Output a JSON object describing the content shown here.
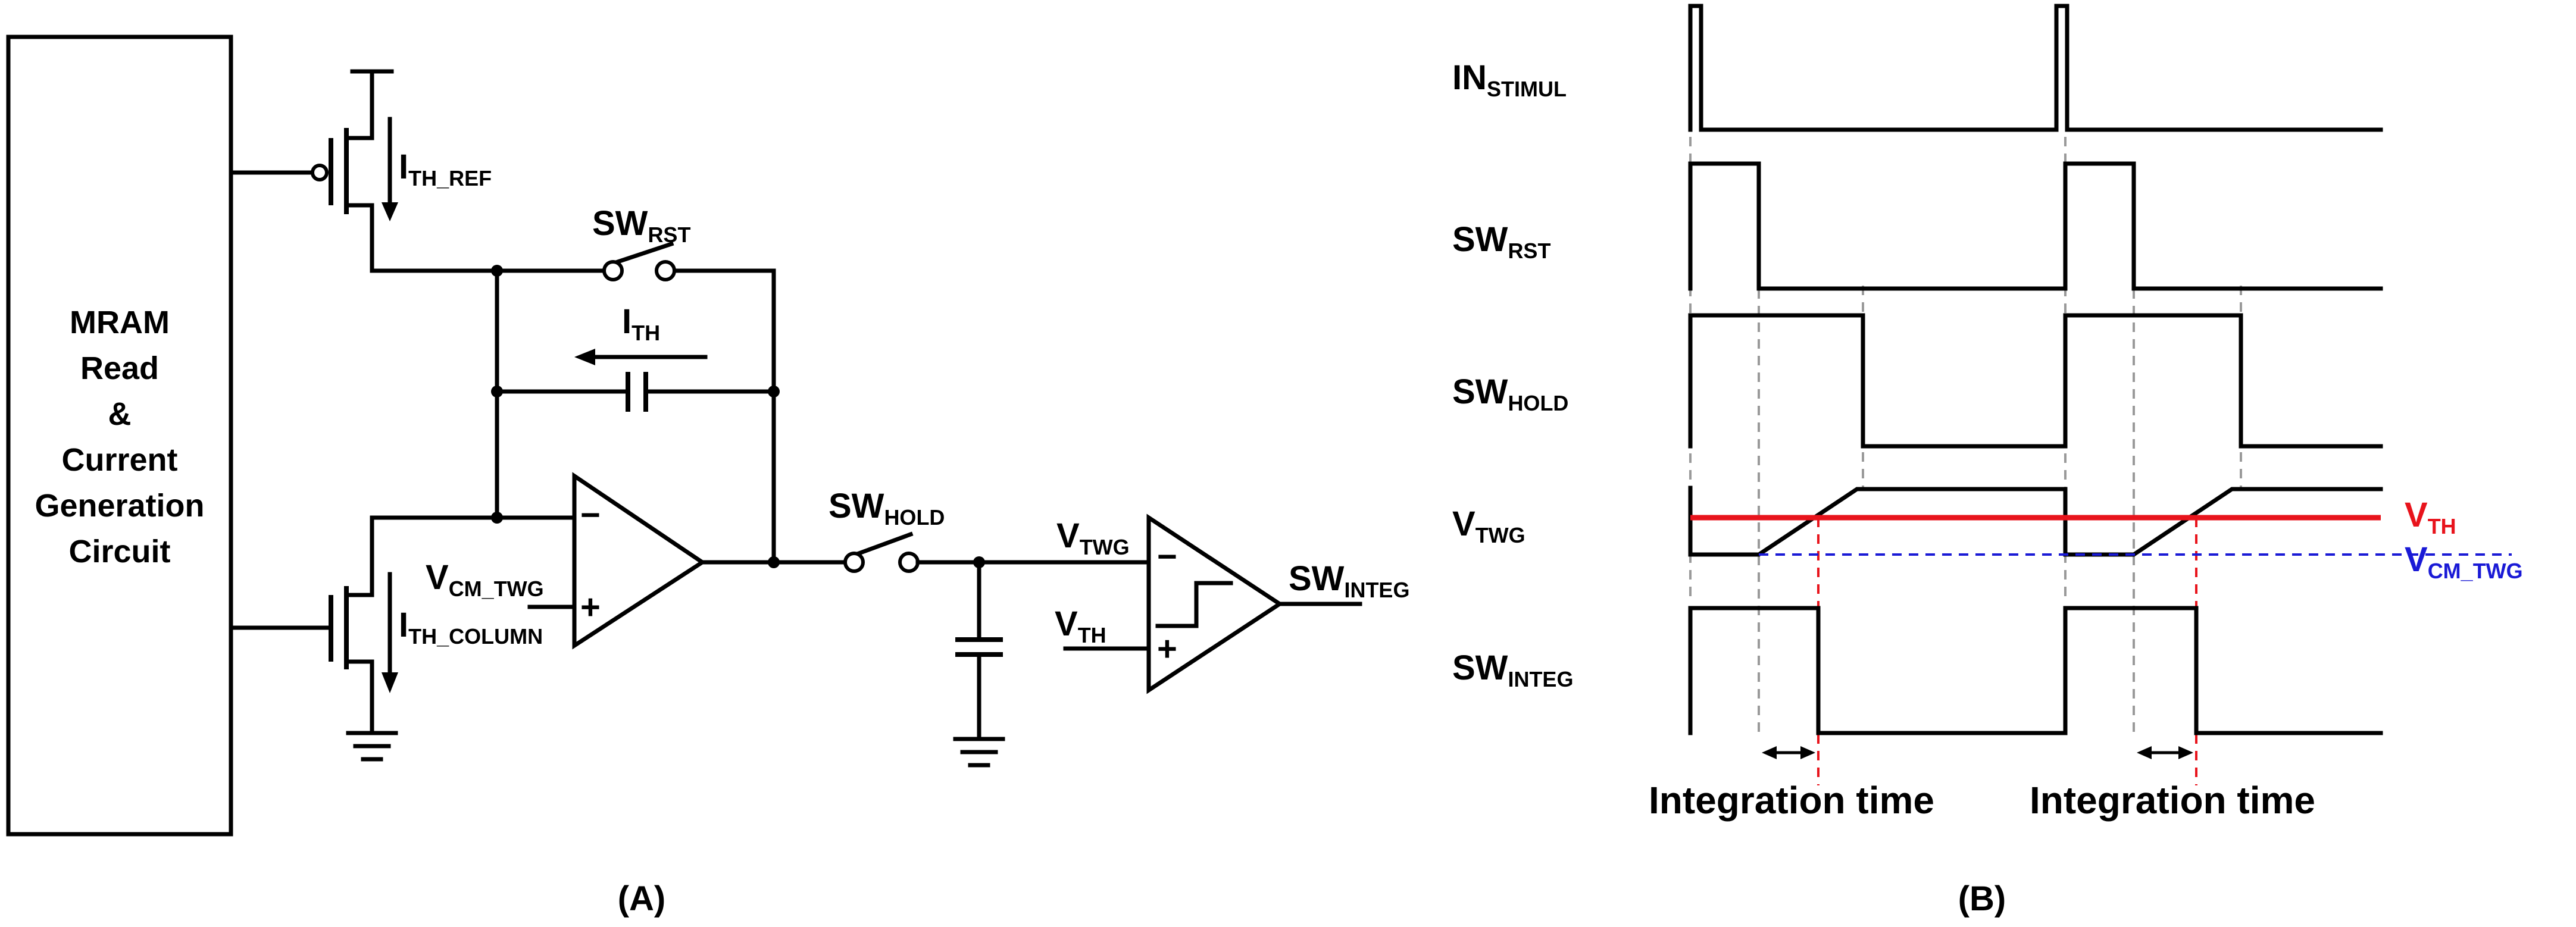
{
  "block": {
    "lines": [
      "MRAM",
      "Read",
      "&",
      "Current",
      "Generation",
      "Circuit"
    ]
  },
  "labels": {
    "ith_ref": {
      "main": "I",
      "sub": "TH_REF"
    },
    "sw_rst": {
      "main": "SW",
      "sub": "RST"
    },
    "ith": {
      "main": "I",
      "sub": "TH"
    },
    "vcm_twg": {
      "main": "V",
      "sub": "CM_TWG"
    },
    "ith_column": {
      "main": "I",
      "sub": "TH_COLUMN"
    },
    "sw_hold": {
      "main": "SW",
      "sub": "HOLD"
    },
    "vtwg": {
      "main": "V",
      "sub": "TWG"
    },
    "vth": {
      "main": "V",
      "sub": "TH"
    },
    "sw_integ": {
      "main": "SW",
      "sub": "INTEG"
    },
    "minus": "−",
    "plus": "+"
  },
  "timing": {
    "signals": [
      {
        "main": "IN",
        "sub": "STIMUL"
      },
      {
        "main": "SW",
        "sub": "RST"
      },
      {
        "main": "SW",
        "sub": "HOLD"
      },
      {
        "main": "V",
        "sub": "TWG"
      },
      {
        "main": "SW",
        "sub": "INTEG"
      }
    ],
    "vth": {
      "main": "V",
      "sub": "TH",
      "color": "#e8141c"
    },
    "vcm": {
      "main": "V",
      "sub": "CM_TWG",
      "color": "#1a1ad6"
    },
    "integration_label": "Integration time"
  },
  "panels": [
    "(A)",
    "(B)"
  ]
}
